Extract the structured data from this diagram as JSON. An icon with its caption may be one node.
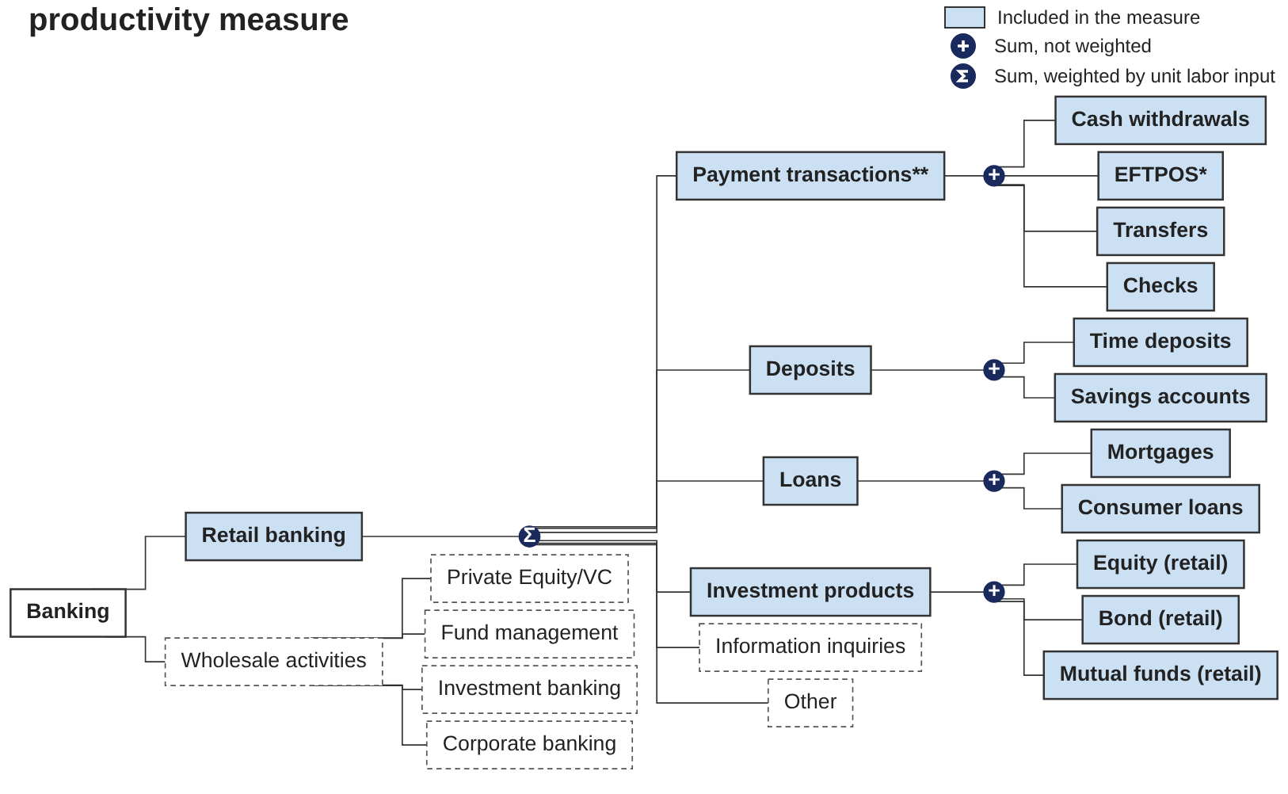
{
  "diagram": {
    "title": "productivity measure",
    "nodes": [
      {
        "text": [
          "Banking"
        ]
      },
      {
        "text": [
          "Retail banking"
        ]
      },
      {
        "text": [
          "Σ"
        ]
      },
      {
        "text": [
          "Payment transactions**"
        ]
      },
      {
        "text": [
          "Deposits"
        ]
      },
      {
        "text": [
          "Loans"
        ]
      },
      {
        "text": [
          "Investment products"
        ]
      },
      {
        "text": [
          "Information inquiries"
        ]
      },
      {
        "text": [
          "Other"
        ]
      },
      {
        "text": [
          "Wholesale activities"
        ]
      },
      {
        "text": [
          "Private Equity/VC"
        ]
      },
      {
        "text": [
          "Fund management"
        ]
      },
      {
        "text": [
          "Investment banking"
        ]
      },
      {
        "text": [
          "Corporate banking"
        ]
      },
      {
        "text": [
          "+"
        ]
      },
      {
        "text": [
          "Cash withdrawals"
        ]
      },
      {
        "text": [
          "EFTPOS*"
        ]
      },
      {
        "text": [
          "Transfers"
        ]
      },
      {
        "text": [
          "Checks"
        ]
      },
      {
        "text": [
          "+"
        ]
      },
      {
        "text": [
          "Time deposits"
        ]
      },
      {
        "text": [
          "Savings accounts"
        ]
      },
      {
        "text": [
          "+"
        ]
      },
      {
        "text": [
          "Mortgages"
        ]
      },
      {
        "text": [
          "Consumer loans"
        ]
      },
      {
        "text": [
          "+"
        ]
      },
      {
        "text": [
          "Equity (retail)"
        ]
      },
      {
        "text": [
          "Bond (retail)"
        ]
      },
      {
        "text": [
          "Mutual funds (retail)"
        ]
      }
    ],
    "edges": [
      {
        "from": 0,
        "to": 1,
        "arrow": "none"
      },
      {
        "from": 0,
        "to": 9,
        "arrow": "none"
      },
      {
        "from": 1,
        "to": 2,
        "arrow": "none"
      },
      {
        "from": 2,
        "to": 3,
        "arrow": "none"
      },
      {
        "from": 2,
        "to": 4,
        "arrow": "none"
      },
      {
        "from": 2,
        "to": 5,
        "arrow": "none"
      },
      {
        "from": 2,
        "to": 6,
        "arrow": "none"
      },
      {
        "from": 2,
        "to": 7,
        "arrow": "none"
      },
      {
        "from": 2,
        "to": 8,
        "arrow": "none"
      },
      {
        "from": 9,
        "to": 10,
        "arrow": "none"
      },
      {
        "from": 9,
        "to": 11,
        "arrow": "none"
      },
      {
        "from": 9,
        "to": 12,
        "arrow": "none"
      },
      {
        "from": 9,
        "to": 13,
        "arrow": "none"
      },
      {
        "from": 3,
        "to": 14,
        "arrow": "none"
      },
      {
        "from": 14,
        "to": 15,
        "arrow": "none"
      },
      {
        "from": 14,
        "to": 16,
        "arrow": "none"
      },
      {
        "from": 14,
        "to": 17,
        "arrow": "none"
      },
      {
        "from": 14,
        "to": 18,
        "arrow": "none"
      },
      {
        "from": 4,
        "to": 19,
        "arrow": "none"
      },
      {
        "from": 19,
        "to": 20,
        "arrow": "none"
      },
      {
        "from": 19,
        "to": 21,
        "arrow": "none"
      },
      {
        "from": 5,
        "to": 22,
        "arrow": "none"
      },
      {
        "from": 22,
        "to": 23,
        "arrow": "none"
      },
      {
        "from": 22,
        "to": 24,
        "arrow": "none"
      },
      {
        "from": 6,
        "to": 25,
        "arrow": "none"
      },
      {
        "from": 25,
        "to": 26,
        "arrow": "none"
      },
      {
        "from": 25,
        "to": 27,
        "arrow": "none"
      },
      {
        "from": 25,
        "to": 28,
        "arrow": "none"
      }
    ],
    "legend": [
      {
        "text": "Included in the measure",
        "color": "#cce0f4"
      },
      {
        "text": "Sum, not weighted"
      },
      {
        "text": "Sum, weighted by unit labor input"
      }
    ]
  }
}
